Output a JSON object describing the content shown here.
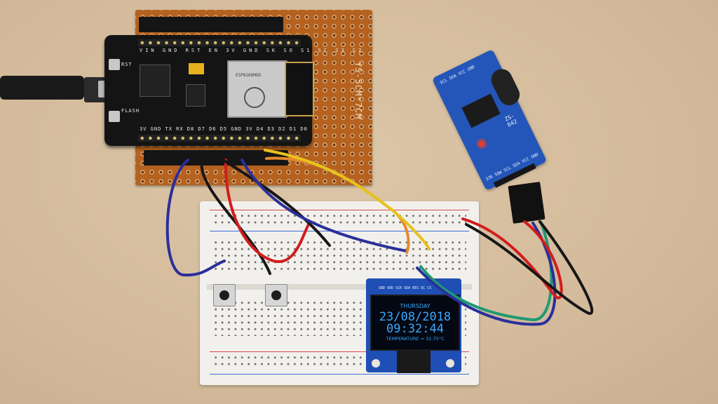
{
  "photo": {
    "perfboard": {
      "silkscreen": "YS-5CM*7CM"
    },
    "oled_display": {
      "day": "THURSDAY",
      "date": "23/08/2018",
      "time": "09:32:44",
      "temperature_line": "TEMPERATURE = 31.75°C",
      "pin_labels": "GND VDD SCK SDA RES DC CS"
    },
    "rtc_module": {
      "model": "ZS-042",
      "top_pins": "SCL SDA VCC GND",
      "bottom_pins": "32K SQW SCL SDA VCC GND"
    },
    "nodemcu": {
      "top_pin_labels": "VIN GND RST EN 3V GND SK SO S1 SC S3 S2",
      "bottom_pin_labels": "3V GND TX RX D8 D7 D6 D5 GND 3V D4 D3 D2 D1 D0",
      "module_text": "ESP8266MOD",
      "buttons": [
        "RST",
        "FLASH"
      ]
    },
    "wire_colors": {
      "blue": "#2a2f9a",
      "black": "#161616",
      "red": "#d11d1d",
      "orange": "#e58a2c",
      "yellow": "#e7c21c",
      "green": "#1f9a72",
      "oled_blue": "#3aa8ff"
    }
  }
}
